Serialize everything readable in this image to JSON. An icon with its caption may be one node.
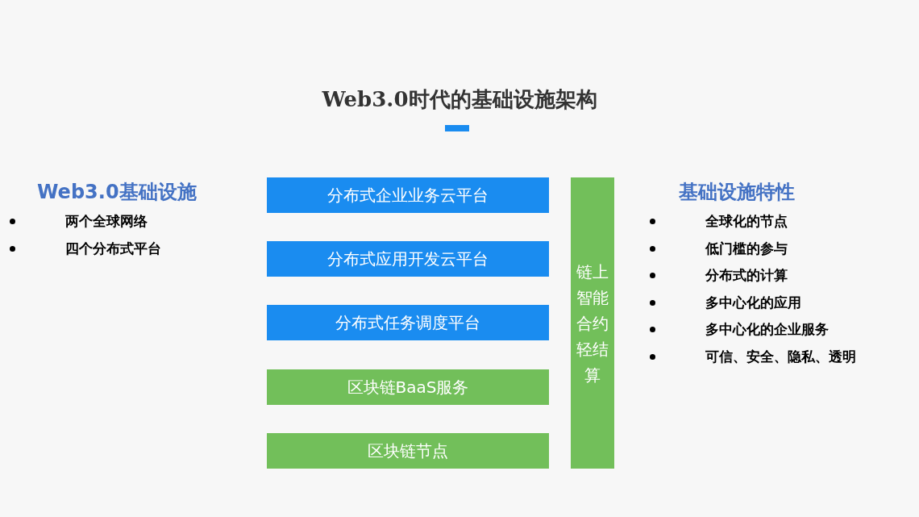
{
  "diagram": {
    "title": "Web3.0时代的基础设施架构",
    "nodes": [
      {
        "text": [
          "分布式企业业务云平台"
        ]
      },
      {
        "text": [
          "分布式应用开发云平台"
        ]
      },
      {
        "text": [
          "分布式任务调度平台"
        ]
      },
      {
        "text": [
          "区块链BaaS服务"
        ]
      },
      {
        "text": [
          "区块链节点"
        ]
      },
      {
        "text": [
          "链上智能合约轻结算"
        ]
      }
    ],
    "labels": [
      "Web3.0基础设施",
      "两个全球网络",
      "四个分布式平台",
      "基础设施特性",
      "全球化的节点",
      "低门槛的参与",
      "分布式的计算",
      "多中心化的应用",
      "多中心化的企业服务",
      "可信、安全、隐私、透明"
    ]
  }
}
